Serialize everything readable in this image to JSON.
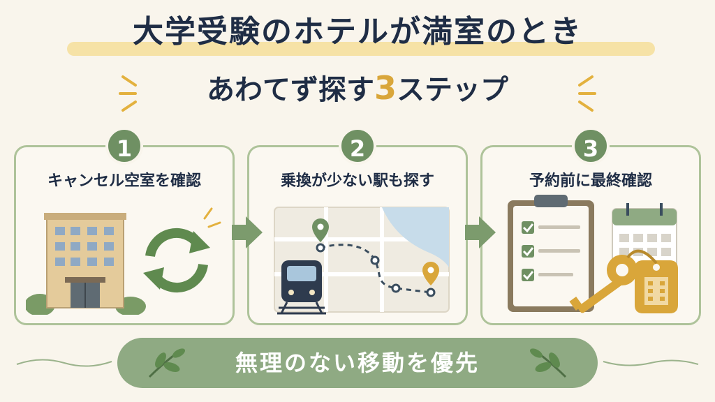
{
  "header": {
    "title": "大学受験のホテルが満室のとき",
    "subtitle_prefix": "あわてず探す",
    "subtitle_number": "3",
    "subtitle_suffix": "ステップ"
  },
  "steps": [
    {
      "number": "1",
      "title": "キャンセル空室を確認",
      "icon": "hotel-with-refresh-icon"
    },
    {
      "number": "2",
      "title": "乗換が少ない駅も探す",
      "icon": "train-map-route-icon"
    },
    {
      "number": "3",
      "title": "予約前に最終確認",
      "icon": "checklist-calendar-key-icon"
    }
  ],
  "footer": {
    "text": "無理のない移動を優先"
  },
  "colors": {
    "background": "#f9f5ec",
    "navy": "#1f2d45",
    "accent_yellow": "#d9a63a",
    "green": "#6f9063",
    "light_green": "#aec39a",
    "footer_green": "#8faa83"
  }
}
